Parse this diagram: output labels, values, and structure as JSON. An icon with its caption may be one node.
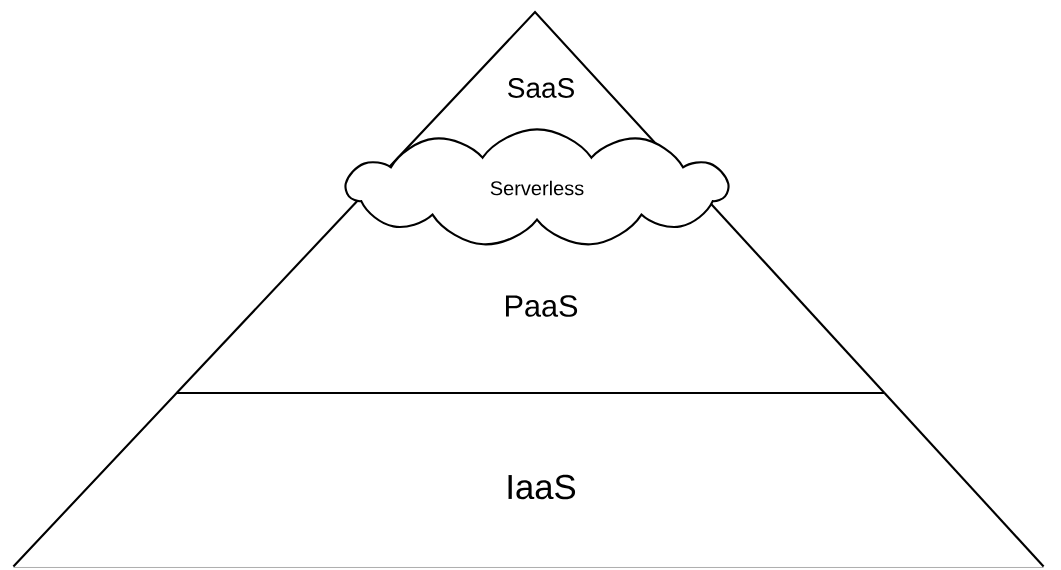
{
  "diagram": {
    "nodes": [
      {
        "text": [
          "SaaS"
        ]
      },
      {
        "text": [
          "Serverless"
        ]
      },
      {
        "text": [
          "PaaS"
        ]
      },
      {
        "text": [
          "IaaS"
        ]
      }
    ]
  }
}
